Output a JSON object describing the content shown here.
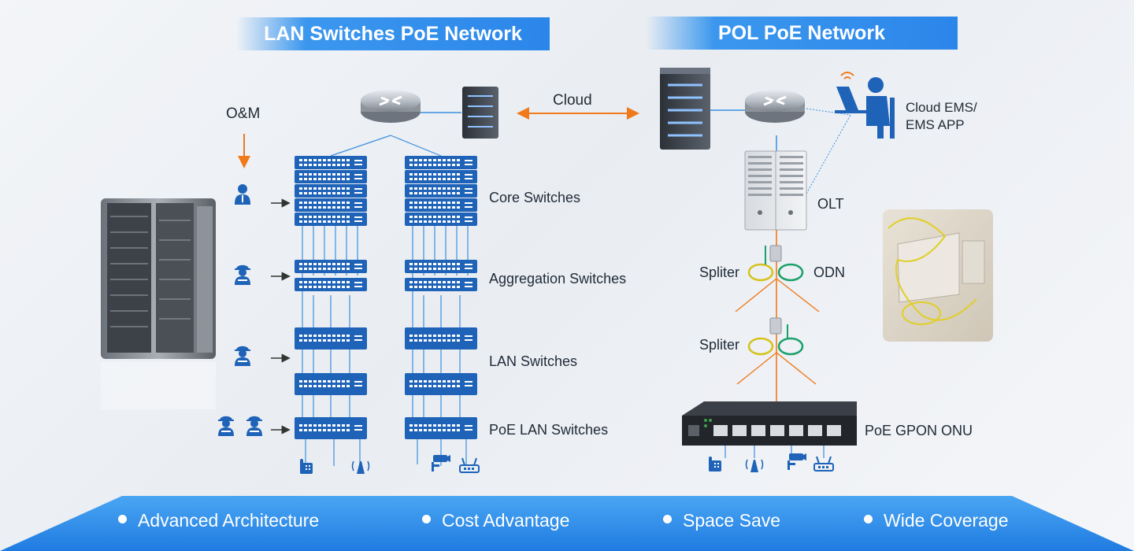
{
  "banners": {
    "left": "LAN Switches PoE Network",
    "right": "POL PoE Network"
  },
  "labels": {
    "om": "O&M",
    "cloud": "Cloud",
    "cloud_ems_line1": "Cloud EMS/",
    "cloud_ems_line2": "EMS APP",
    "core": "Core Switches",
    "aggregation": "Aggregation Switches",
    "lan": "LAN Switches",
    "poe_lan": "PoE LAN Switches",
    "olt": "OLT",
    "odn": "ODN",
    "spliter1": "Spliter",
    "spliter2": "Spliter",
    "onu": "PoE GPON ONU"
  },
  "features": [
    "Advanced Architecture",
    "Cost Advantage",
    "Space Save",
    "Wide Coverage"
  ],
  "colors": {
    "banner": "#2b86ea",
    "device_blue": "#1e63b8",
    "link_blue": "#3a8fe0",
    "arrow_orange": "#f07a1a",
    "fiber_yellow": "#d4c21a",
    "fiber_green": "#1aa06a"
  },
  "icons": [
    "router-icon",
    "server-icon",
    "switch-icon",
    "person-icon",
    "worker-icon",
    "phone-icon",
    "wifi-ap-icon",
    "camera-icon",
    "access-point-icon",
    "user-laptop-icon",
    "splitter-icon"
  ]
}
